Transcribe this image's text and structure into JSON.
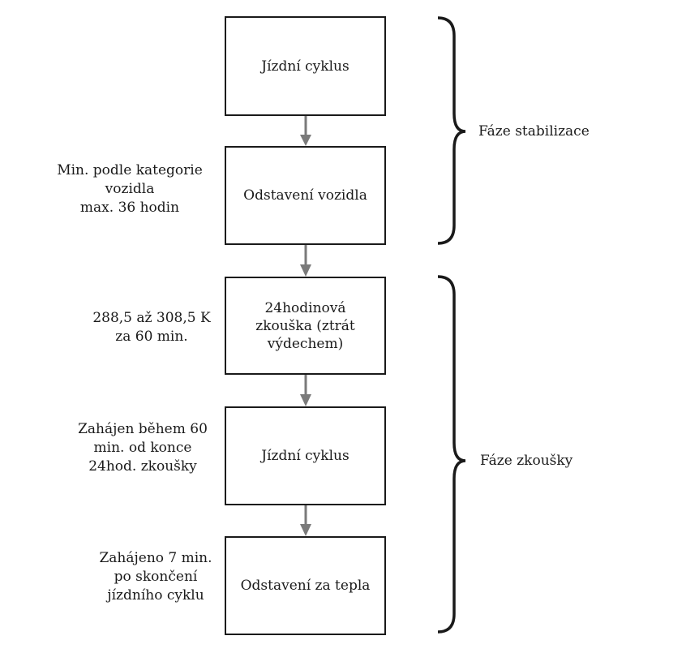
{
  "boxes": [
    {
      "lines": [
        "Jízdní cyklus"
      ]
    },
    {
      "lines": [
        "Odstavení vozidla"
      ]
    },
    {
      "lines": [
        "24hodinová",
        "zkouška (ztrát",
        "výdechem)"
      ]
    },
    {
      "lines": [
        "Jízdní cyklus"
      ]
    },
    {
      "lines": [
        "Odstavení za tepla"
      ]
    }
  ],
  "side_notes": [
    {
      "lines": [
        "Min. podle kategorie",
        "vozidla",
        "max. 36 hodin"
      ]
    },
    {
      "lines": [
        "288,5 až 308,5 K",
        "za 60 min."
      ]
    },
    {
      "lines": [
        "Zahájen během 60",
        "min. od konce",
        "24hod. zkoušky"
      ]
    },
    {
      "lines": [
        "Zahájeno 7 min.",
        "po skončení",
        "jízdního cyklu"
      ]
    }
  ],
  "phases": {
    "stabilization": "Fáze stabilizace",
    "test": "Fáze zkoušky"
  },
  "colors": {
    "arrow": "#7a7a7a",
    "line": "#1a1a1a"
  }
}
